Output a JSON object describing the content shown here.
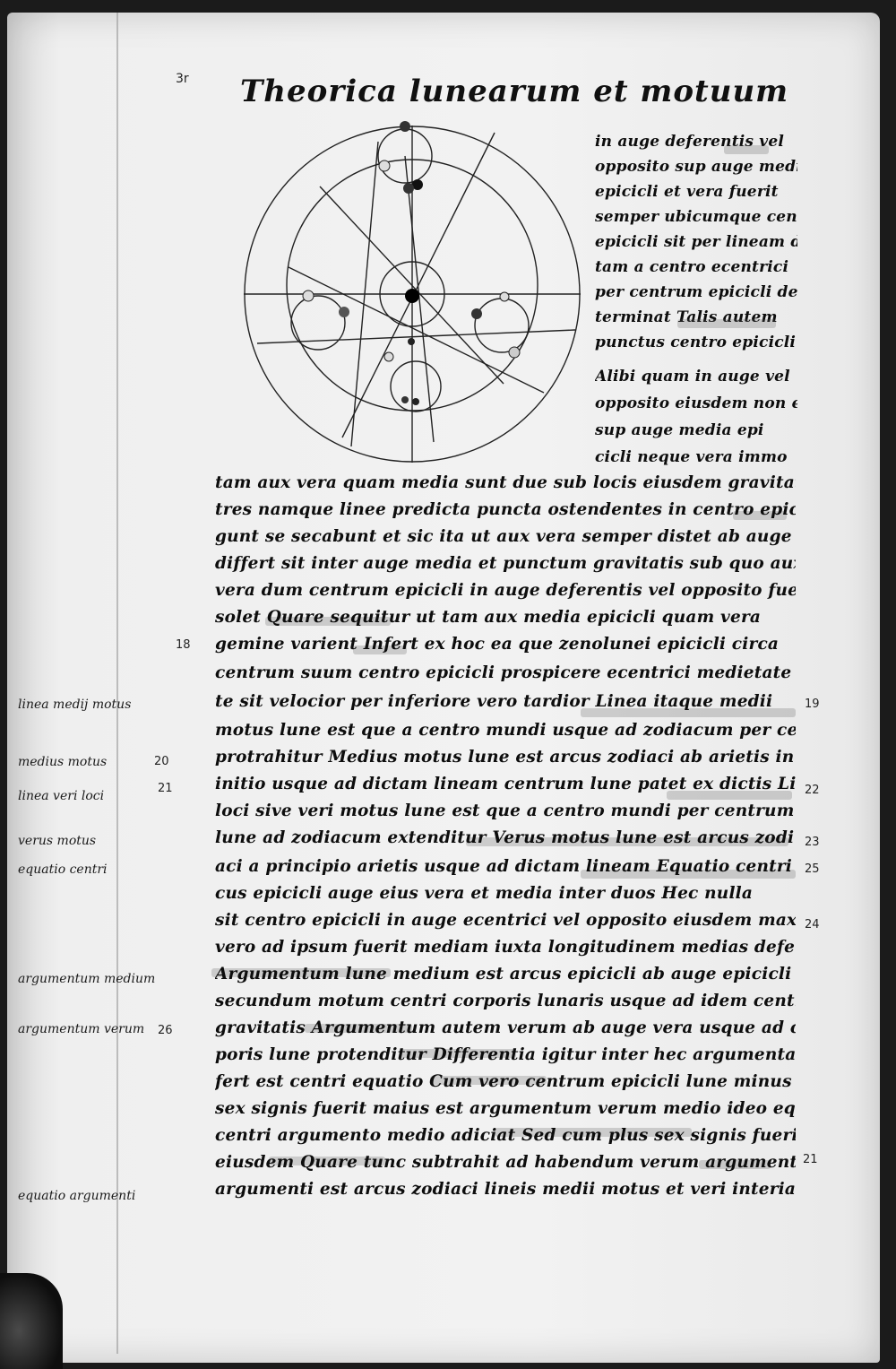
{
  "manuscript": {
    "page_mark": "3r",
    "title": "Theorica lunearum et motuum",
    "diagram": {
      "caption": ""
    },
    "side_column": [
      "in auge deferentis vel",
      "opposito sup auge media",
      "epicicli et vera fuerit",
      "semper ubicumque centrum",
      "epicicli sit per lineam duc",
      "tam a centro ecentrici",
      "per centrum epicicli de",
      "terminat Talis autem",
      "punctus centro epicicli",
      "Alibi quam in auge vel",
      "opposito eiusdem non est",
      "sup auge media epi",
      "cicli neque vera immo"
    ],
    "main_column": [
      "tam aux vera quam media sunt due sub locis eiusdem gravitatis alios",
      "tres namque linee predicta puncta ostendentes in centro epicicli contin",
      "gunt se secabunt et sic ita ut aux vera semper distet ab auge media",
      "differt sit inter auge media et punctum gravitatis sub quo aux",
      "vera dum centrum epicicli in auge deferentis vel opposito fuerit esse",
      "solet Quare sequitur ut tam aux media epicicli quam vera",
      "gemine varient Infert ex hoc ea que zenolunei epicicli circa",
      "centrum suum centro epicicli prospicere ecentrici medietate distantie",
      "te sit velocior per inferiore vero tardior Linea itaque medii",
      "motus lune est que a centro mundi usque ad zodiacum per centrum epicicli",
      "protrahitur Medius motus lune est arcus zodiaci ab arietis in",
      "initio usque ad dictam lineam centrum lune patet ex dictis Linea veri",
      "loci sive veri motus lune est que a centro mundi per centrum corporis",
      "lune ad zodiacum extenditur Verus motus lune est arcus zodi",
      "aci a principio arietis usque ad dictam lineam Equatio centri est ar",
      "cus epicicli auge eius vera et media inter duos Hec nulla",
      "sit centro epicicli in auge ecentrici vel opposito eiusdem maxima",
      "vero ad ipsum fuerit mediam iuxta longitudinem medias deferentis",
      "Argumentum lune medium est arcus epicicli ab auge epicicli media",
      "secundum motum centri corporis lunaris usque ad idem centrum lunare",
      "gravitatis Argumentum autem verum ab auge vera usque ad centrum cor",
      "poris lune protenditur Differentia igitur inter hec argumenta quod dif",
      "fert est centri equatio Cum vero centrum epicicli lune minus",
      "sex signis fuerit maius est argumentum verum medio ideo equatio",
      "centri argumento medio adiciat Sed cum plus sex signis fuerit sit",
      "eiusdem Quare tunc subtrahit ad habendum verum argumentum Equatio",
      "argumenti est arcus zodiaci lineis medii motus et veri interiacens"
    ],
    "margin_glosses": [
      "linea medij motus",
      "medius motus",
      "linea veri loci",
      "verus motus",
      "equatio centri",
      "argumentum medium",
      "argumentum verum",
      "equatio argumenti"
    ],
    "line_numbers": {
      "n18": "18",
      "n19": "19",
      "n20": "20",
      "n21a": "21",
      "n22": "22",
      "n23": "23",
      "n24": "24",
      "n25": "25",
      "n26": "26",
      "n21b": "21"
    },
    "colors": {
      "ink": "#0d0d0d",
      "parchment": "#f0f0f0",
      "background": "#1b1b1b"
    }
  }
}
